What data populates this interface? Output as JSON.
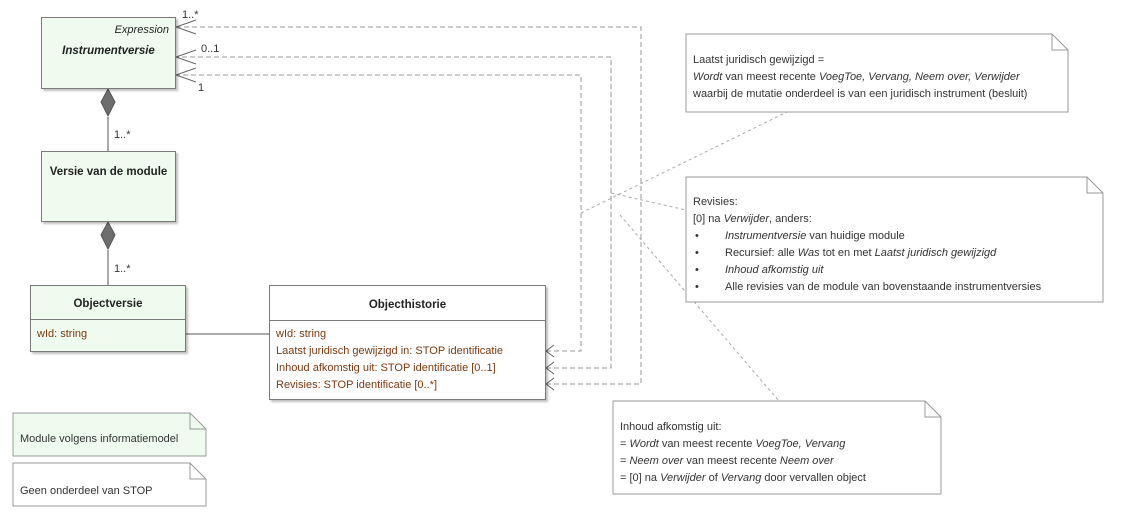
{
  "classes": {
    "instrumentversie": {
      "stereotype": "Expression",
      "name": "Instrumentversie"
    },
    "versie_module": {
      "name": "Versie van de module"
    },
    "objectversie": {
      "name": "Objectversie",
      "attr": "wId: string"
    },
    "objecthistorie": {
      "name": "Objecthistorie",
      "attrs": [
        "wId: string",
        "Laatst juridisch gewijzigd in: STOP identificatie",
        "Inhoud afkomstig uit: STOP identificatie [0..1]",
        "Revisies: STOP identificatie [0..*]"
      ]
    }
  },
  "multiplicities": {
    "m1": "1..*",
    "m2": "0..1",
    "m3": "1",
    "m4": "1..*",
    "m5": "1..*"
  },
  "notes": {
    "laatst": {
      "line1": "Laatst juridisch gewijzigd =",
      "line2_i1": "Wordt",
      "line2_t1": " van meest recente ",
      "line2_i2": "VoegToe, Vervang, Neem over, Verwijder",
      "line3": "waarbij de mutatie onderdeel is van een juridisch instrument (besluit)"
    },
    "revisies": {
      "title": "Revisies:",
      "l2_t1": "[0] na ",
      "l2_i1": "Verwijder",
      "l2_t2": ", anders:",
      "b1_i": "Instrumentversie",
      "b1_t": " van huidige module",
      "b2_t1": "Recursief: alle ",
      "b2_i1": "Was",
      "b2_t2": " tot en met ",
      "b2_i2": "Laatst juridisch gewijzigd",
      "b3_i": "Inhoud afkomstig uit",
      "b4_t": "Alle revisies van de module van bovenstaande instrumentversies"
    },
    "inhoud": {
      "title": "Inhoud afkomstig uit:",
      "l2_t1": "= ",
      "l2_i1": "Wordt",
      "l2_t2": " van meest recente ",
      "l2_i2": "VoegToe, Vervang",
      "l3_t1": "= ",
      "l3_i1": "Neem over",
      "l3_t2": " van meest recente ",
      "l3_i2": "Neem over",
      "l4_t1": "= [0] na ",
      "l4_i1": "Verwijder",
      "l4_t2": " of ",
      "l4_i2": "Vervang",
      "l4_t3": " door vervallen object"
    },
    "legend1": "Module volgens informatiemodel",
    "legend2": "Geen onderdeel van STOP"
  },
  "colors": {
    "module_fill": "#effbef",
    "stop_fill": "#ffffff",
    "attribute_text": "#7a3a10",
    "line": "#555555",
    "dashed": "#9a9a9a"
  }
}
